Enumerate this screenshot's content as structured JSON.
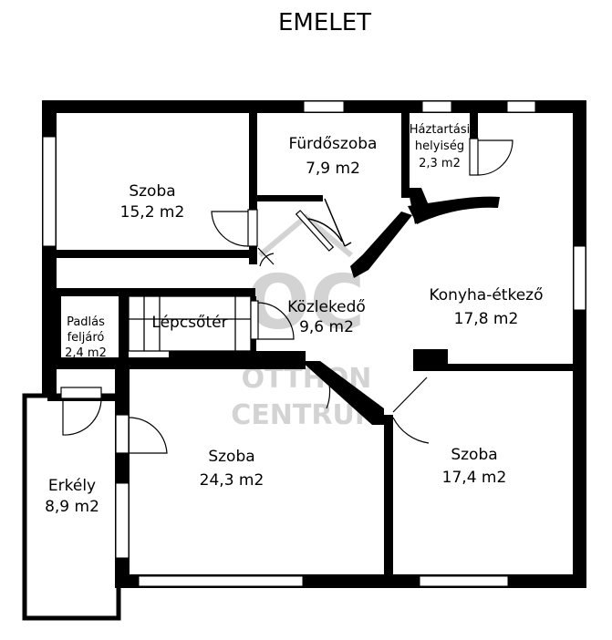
{
  "title": "EMELET",
  "rooms": [
    {
      "name": "Szoba",
      "area": "15,2 m2"
    },
    {
      "name": "Fürdőszoba",
      "area": "7,9 m2"
    },
    {
      "name": "Háztartási",
      "name2": "helyiség",
      "area": "2,3 m2"
    },
    {
      "name": "Konyha-étkező",
      "area": "17,8 m2"
    },
    {
      "name": "Lépcsőtér"
    },
    {
      "name": "Közlekedő",
      "area": "9,6 m2"
    },
    {
      "name": "Padlás",
      "name2": "feljáró",
      "area": "2,4 m2"
    },
    {
      "name": "Szoba",
      "area": "24,3 m2"
    },
    {
      "name": "Szoba",
      "area": "17,4 m2"
    },
    {
      "name": "Erkély",
      "area": "8,9 m2"
    }
  ],
  "watermark": {
    "logo": "OC",
    "line1": "OTTHON",
    "line2": "CENTRUM"
  }
}
